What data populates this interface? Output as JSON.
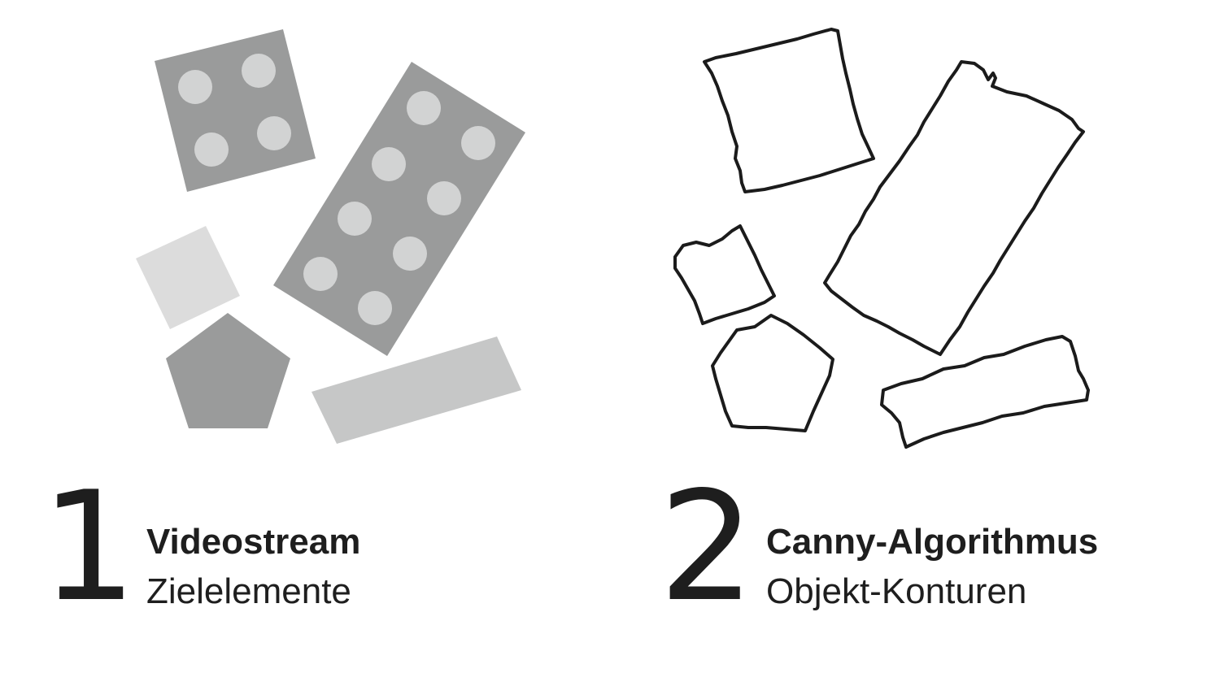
{
  "steps": [
    {
      "number": "1",
      "title": "Videostream",
      "subtitle": "Zielelemente"
    },
    {
      "number": "2",
      "title": "Canny-Algorithmus",
      "subtitle": "Objekt-Konturen"
    }
  ],
  "colors": {
    "dark_shape": "#9a9b9b",
    "light_shape": "#dcdcdc",
    "medium_shape": "#c6c7c7",
    "dot": "#d2d3d3",
    "outline": "#1b1b1b",
    "text": "#1e1e1e",
    "background": "#ffffff"
  }
}
